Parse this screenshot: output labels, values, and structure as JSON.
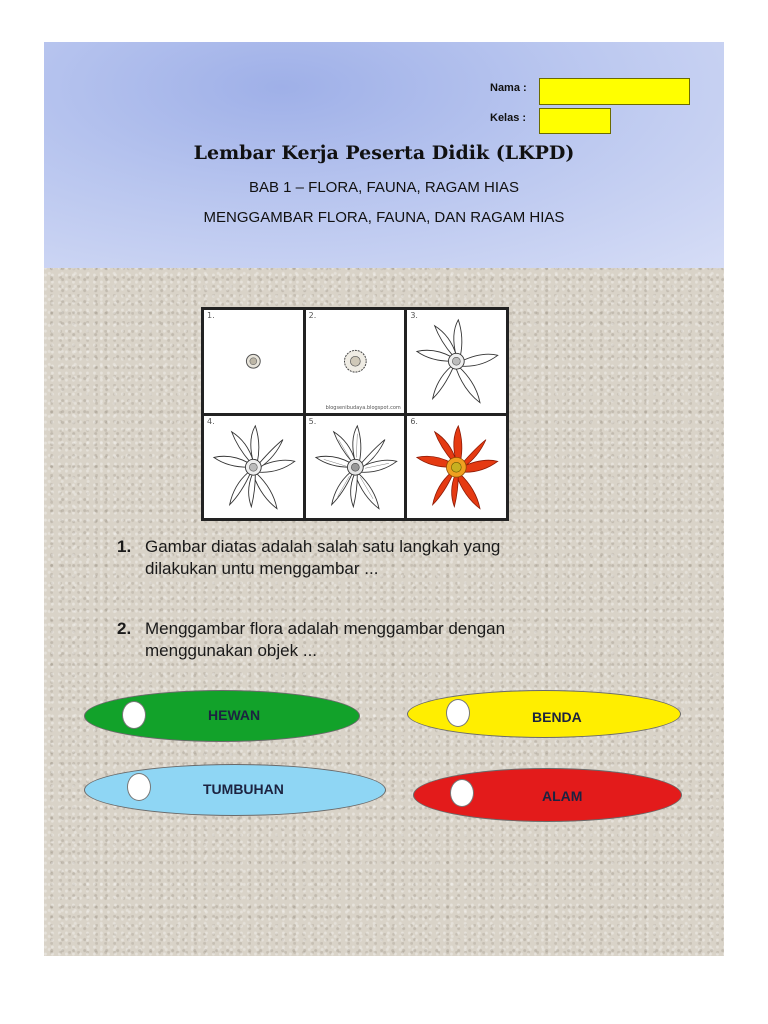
{
  "header": {
    "name_label": "Nama :",
    "class_label": "Kelas :",
    "title": "Lembar Kerja Peserta Didik (LKPD)",
    "subtitle1": "BAB 1 – FLORA, FAUNA, RAGAM HIAS",
    "subtitle2": "MENGGAMBAR FLORA, FAUNA, DAN RAGAM HIAS"
  },
  "steps": {
    "labels": [
      "1.",
      "2.",
      "3.",
      "4.",
      "5.",
      "6."
    ],
    "watermark": "blogsenibudaya.blogspot.com"
  },
  "questions": [
    {
      "number": "1.",
      "line1": "Gambar diatas adalah salah satu langkah yang",
      "line2": "dilakukan untu menggambar ..."
    },
    {
      "number": "2.",
      "line1": "Menggambar flora adalah menggambar dengan",
      "line2": "menggunakan objek ..."
    }
  ],
  "options": [
    {
      "label": "HEWAN",
      "color": "#12a22a"
    },
    {
      "label": "BENDA",
      "color": "#ffee00"
    },
    {
      "label": "TUMBUHAN",
      "color": "#8fd6f4"
    },
    {
      "label": "ALAM",
      "color": "#e31b1b"
    }
  ]
}
